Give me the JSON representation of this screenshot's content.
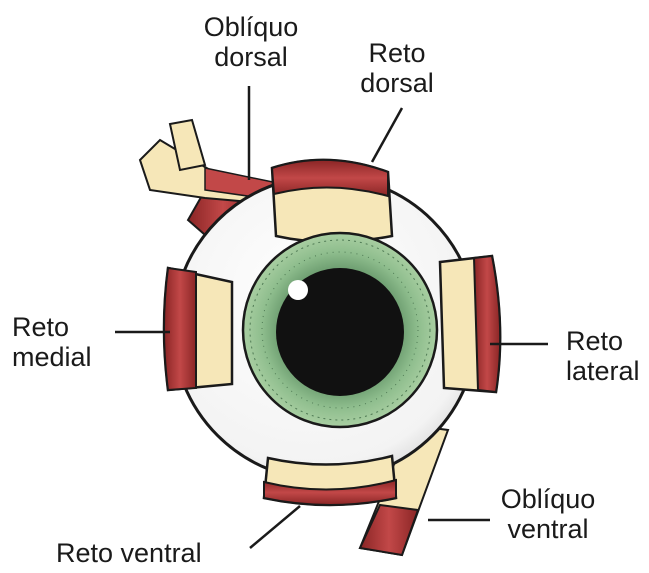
{
  "labels": {
    "obliquo_dorsal": {
      "line1": "Oblíquo",
      "line2": "dorsal"
    },
    "reto_dorsal": {
      "line1": "Reto",
      "line2": "dorsal"
    },
    "reto_medial": {
      "line1": "Reto",
      "line2": "medial"
    },
    "reto_lateral": {
      "line1": "Reto",
      "line2": "lateral"
    },
    "obliquo_ventral": {
      "line1": "Oblíquo",
      "line2": "ventral"
    },
    "reto_ventral": {
      "line1": "Reto ventral"
    }
  },
  "colors": {
    "muscle_red": "#b23a3a",
    "muscle_dark": "#6e1f1f",
    "tendon": "#f6e7b8",
    "sclera": "#ffffff",
    "iris": "#7fae80",
    "pupil": "#111111",
    "outline": "#1a1a1a"
  }
}
